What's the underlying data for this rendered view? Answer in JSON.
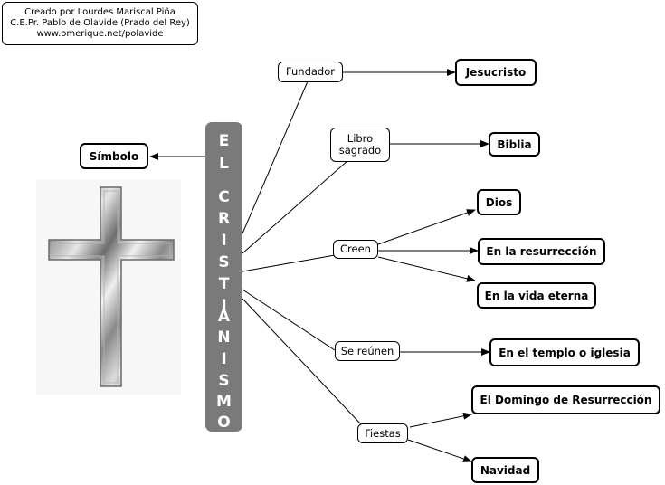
{
  "credit": {
    "line1": "Creado por Lourdes Mariscal Piña",
    "line2": "C.E.Pr. Pablo de Olavide (Prado del Rey)",
    "line3": "www.omerique.net/polavide"
  },
  "title": {
    "letters": [
      "E",
      "L",
      "C",
      "R",
      "I",
      "S",
      "T",
      "I",
      "A",
      "N",
      "I",
      "S",
      "M",
      "O"
    ]
  },
  "nodes": {
    "fundador": "Fundador",
    "libro_line1": "Libro",
    "libro_line2": "sagrado",
    "creen": "Creen",
    "se_reunen": "Se reúnen",
    "fiestas": "Fiestas",
    "jesucristo": "Jesucristo",
    "biblia": "Biblia",
    "dios": "Dios",
    "resurreccion": "En la resurrección",
    "vida_eterna": "En la vida eterna",
    "templo": "En el templo o iglesia",
    "domingo": "El Domingo de Resurrección",
    "navidad": "Navidad",
    "simbolo": "Símbolo"
  }
}
